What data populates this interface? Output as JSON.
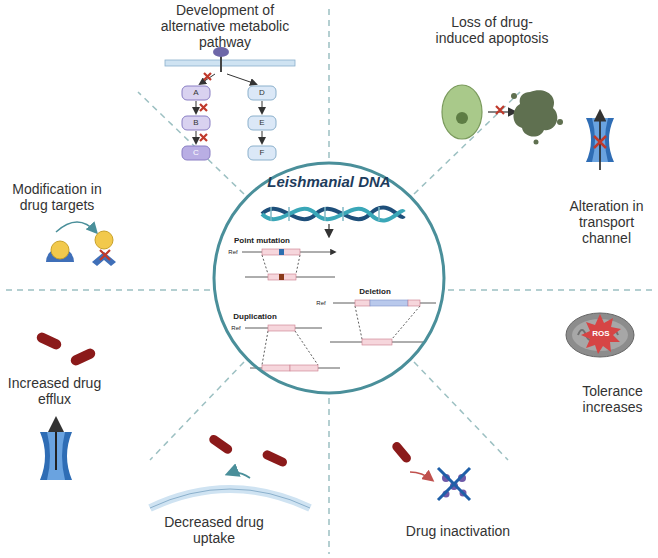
{
  "diagram": {
    "nodes": [
      {
        "text": [
          "Leishmanial DNA"
        ]
      }
    ],
    "labels": [
      "Development of alternative metabolic pathway",
      "Loss of drug-induced apoptosis",
      "Alteration in transport channel",
      "Tolerance increases",
      "Drug inactivation",
      "Decreased drug uptake",
      "Increased drug efflux",
      "Modification in drug targets",
      "Point mutation",
      "Ref",
      "Deletion",
      "Ref",
      "Duplication",
      "Ref",
      "A",
      "B",
      "C",
      "D",
      "E",
      "F",
      "ROS"
    ]
  }
}
